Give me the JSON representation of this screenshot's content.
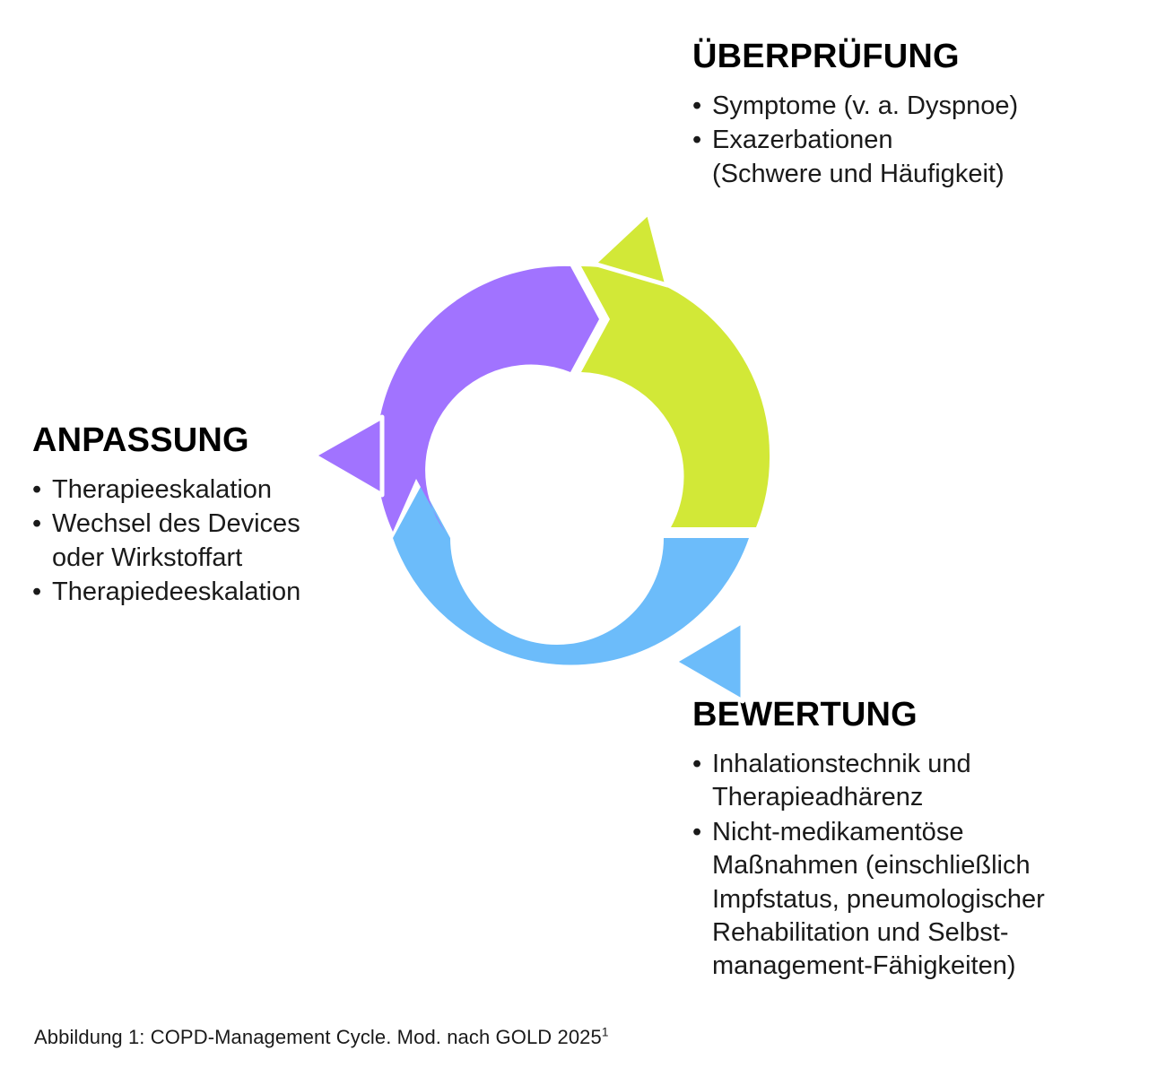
{
  "figure": {
    "caption_text": "Abbildung 1: COPD-Management Cycle. Mod. nach GOLD 2025",
    "caption_superscript": "1"
  },
  "colors": {
    "review_green": "#D2E837",
    "adjust_purple": "#A173FF",
    "assess_blue": "#6CBCFA",
    "heading": "#000000",
    "body_text": "#1a1a1a",
    "background": "#ffffff"
  },
  "stages": {
    "review": {
      "title": "ÜBERPRÜFUNG",
      "color": "#D2E837",
      "bullets": [
        "Symptome (v. a. Dyspnoe)",
        "Exazerbationen\n(Schwere und Häufigkeit)"
      ]
    },
    "adjust": {
      "title": "ANPASSUNG",
      "color": "#A173FF",
      "bullets": [
        "Therapieeskalation",
        "Wechsel des Devices\noder Wirkstoffart",
        "Therapiedeeskalation"
      ]
    },
    "assess": {
      "title": "BEWERTUNG",
      "color": "#6CBCFA",
      "bullets": [
        "Inhalationstechnik und\nTherapieadhärenz",
        "Nicht-medikamentöse\nMaßnahmen (einschließlich\nImpfstatus, pneumologischer\nRehabilitation und Selbst-\nmanagement-Fähigkeiten)"
      ]
    }
  },
  "chart_data": {
    "type": "pie",
    "title": "COPD-Management Cycle",
    "categories": [
      "ÜBERPRÜFUNG",
      "BEWERTUNG",
      "ANPASSUNG"
    ],
    "values": [
      33.3,
      33.3,
      33.3
    ],
    "colors": [
      "#D2E837",
      "#6CBCFA",
      "#A173FF"
    ],
    "legend": "none",
    "notes": "Three equal donut segments arranged as a clockwise cycle; each segment ends in an arrowhead indicating flow direction."
  }
}
